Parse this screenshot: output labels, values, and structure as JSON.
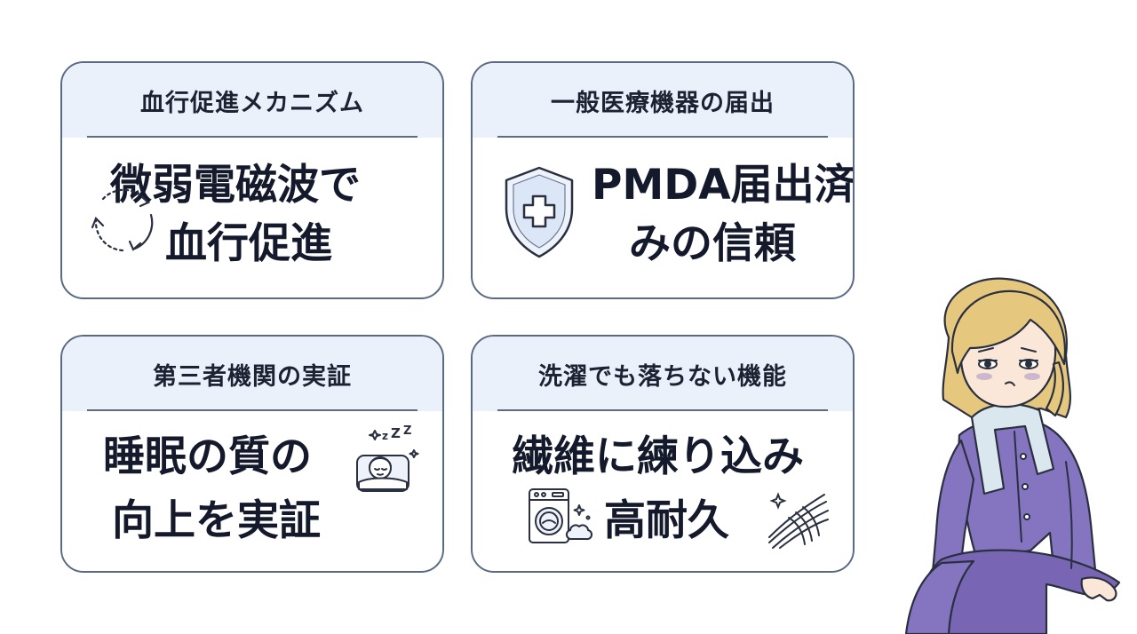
{
  "cards": [
    {
      "title": "血行促進メカニズム",
      "line1": "微弱電磁波で",
      "line2": "血行促進",
      "icon": "circular-arrows-icon"
    },
    {
      "title": "一般医療機器の届出",
      "line1": "PMDA届出済",
      "line2": "みの信頼",
      "icon": "medical-shield-icon"
    },
    {
      "title": "第三者機関の実証",
      "line1": "睡眠の質の",
      "line2": "向上を実証",
      "icon": "sleeping-person-icon"
    },
    {
      "title": "洗濯でも落ちない機能",
      "line1": "繊維に練り込み",
      "line2": "高耐久",
      "icon": "washing-machine-icon"
    }
  ],
  "illustration": "tired-woman-in-pajamas",
  "colors": {
    "card_border": "#5a6a84",
    "card_header_bg": "#eaf1fb",
    "text": "#141a2c",
    "pajama": "#8574c0",
    "hair": "#e6c77e",
    "towel": "#dbe7ee"
  }
}
